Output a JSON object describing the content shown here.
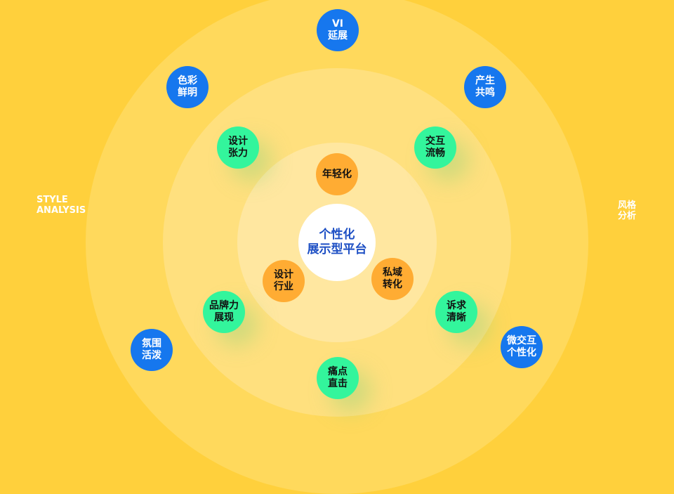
{
  "center": {
    "line1": "个性化",
    "line2": "展示型平台"
  },
  "left_label": {
    "line1": "STYLE",
    "line2": "ANALYSIS"
  },
  "right_label": {
    "line1": "风格",
    "line2": "分析"
  },
  "nodes": [
    {
      "l1": "VI",
      "l2": "延展"
    },
    {
      "l1": "色彩",
      "l2": "鲜明"
    },
    {
      "l1": "产生",
      "l2": "共鸣"
    },
    {
      "l1": "氛围",
      "l2": "活泼"
    },
    {
      "l1": "微交互",
      "l2": "个性化"
    },
    {
      "l1": "设计",
      "l2": "张力"
    },
    {
      "l1": "交互",
      "l2": "流畅"
    },
    {
      "l1": "品牌力",
      "l2": "展现"
    },
    {
      "l1": "诉求",
      "l2": "清晰"
    },
    {
      "l1": "痛点",
      "l2": "直击"
    },
    {
      "l1": "年轻化",
      "l2": ""
    },
    {
      "l1": "设计",
      "l2": "行业"
    },
    {
      "l1": "私域",
      "l2": "转化"
    }
  ],
  "colors": {
    "outer": "#1677ee",
    "middle": "#33f59c",
    "inner": "#ffac33",
    "background": "#ffd03c"
  }
}
